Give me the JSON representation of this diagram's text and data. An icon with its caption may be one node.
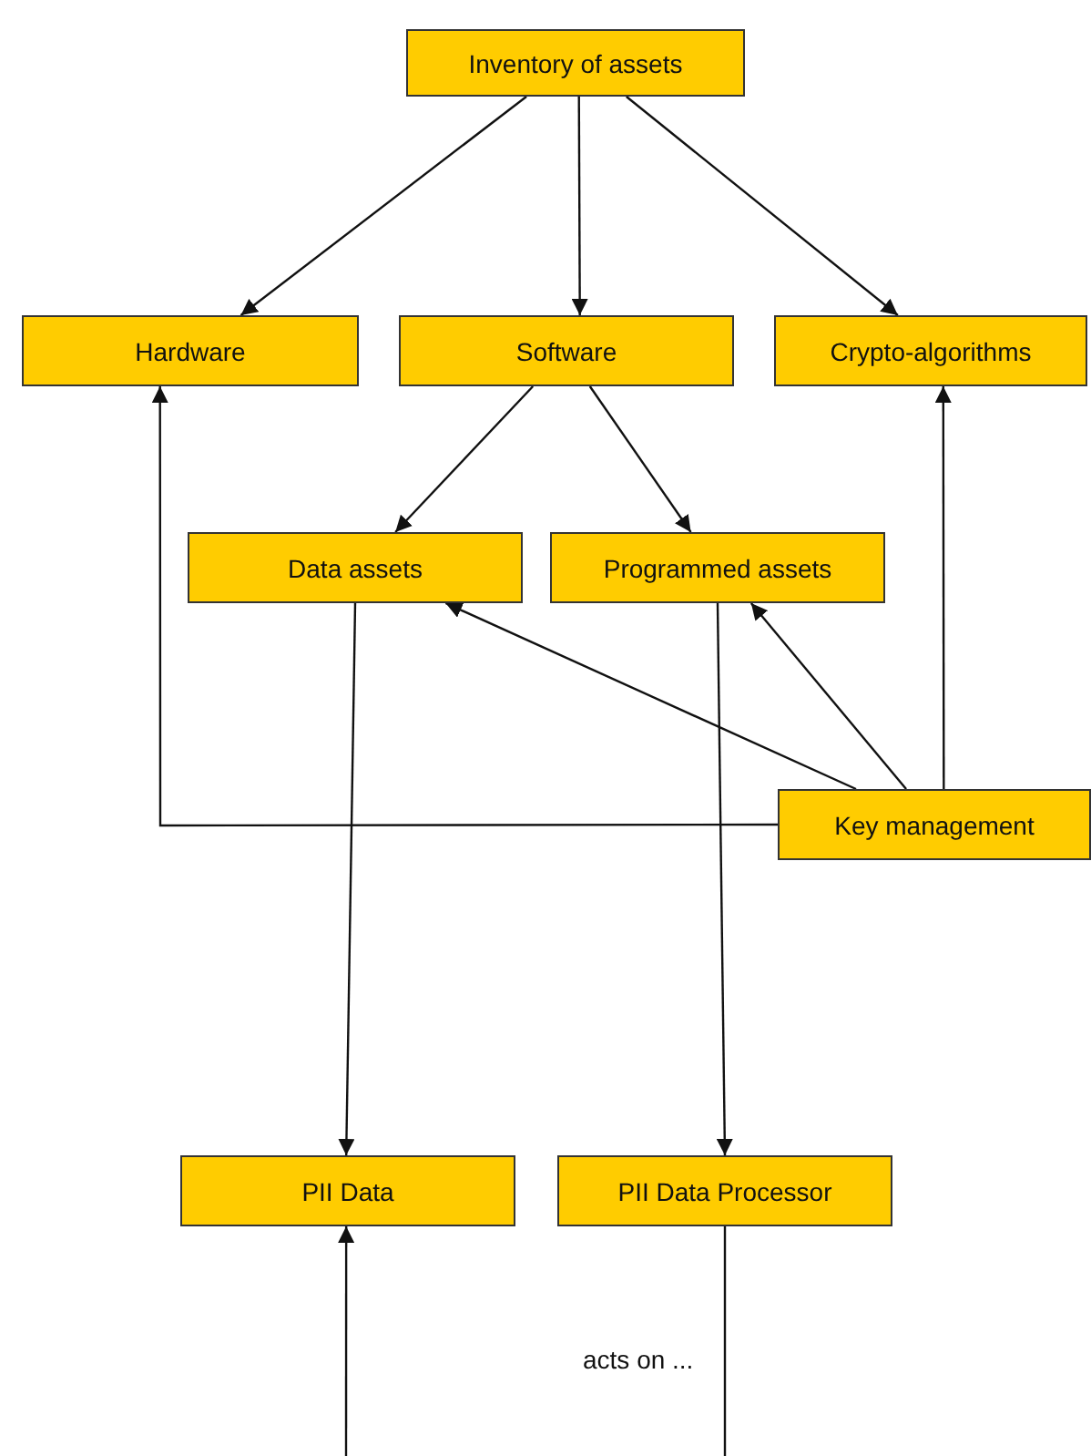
{
  "diagram": {
    "nodes": [
      {
        "text": [
          "Inventory of assets"
        ]
      },
      {
        "text": [
          "Hardware"
        ]
      },
      {
        "text": [
          "Software"
        ]
      },
      {
        "text": [
          "Crypto-algorithms"
        ]
      },
      {
        "text": [
          "Data assets"
        ]
      },
      {
        "text": [
          "Programmed assets"
        ]
      },
      {
        "text": [
          "Key management"
        ]
      },
      {
        "text": [
          "PII Data"
        ]
      },
      {
        "text": [
          "PII Data Processor"
        ]
      }
    ],
    "edges": [
      {
        "from": 0,
        "to": 1,
        "arrow": "to"
      },
      {
        "from": 0,
        "to": 2,
        "arrow": "to"
      },
      {
        "from": 0,
        "to": 3,
        "arrow": "to"
      },
      {
        "from": 2,
        "to": 4,
        "arrow": "to"
      },
      {
        "from": 2,
        "to": 5,
        "arrow": "to"
      },
      {
        "from": 6,
        "to": 4,
        "arrow": "to"
      },
      {
        "from": 6,
        "to": 5,
        "arrow": "to"
      },
      {
        "from": 6,
        "to": 3,
        "arrow": "to"
      },
      {
        "from": 6,
        "to": 1,
        "arrow": "to"
      },
      {
        "from": 4,
        "to": 7,
        "arrow": "to"
      },
      {
        "from": 5,
        "to": 8,
        "arrow": "to"
      },
      {
        "from": 8,
        "to": null,
        "arrow": "none",
        "label": "acts on ..."
      },
      {
        "from": null,
        "to": 7,
        "arrow": "to"
      }
    ]
  }
}
